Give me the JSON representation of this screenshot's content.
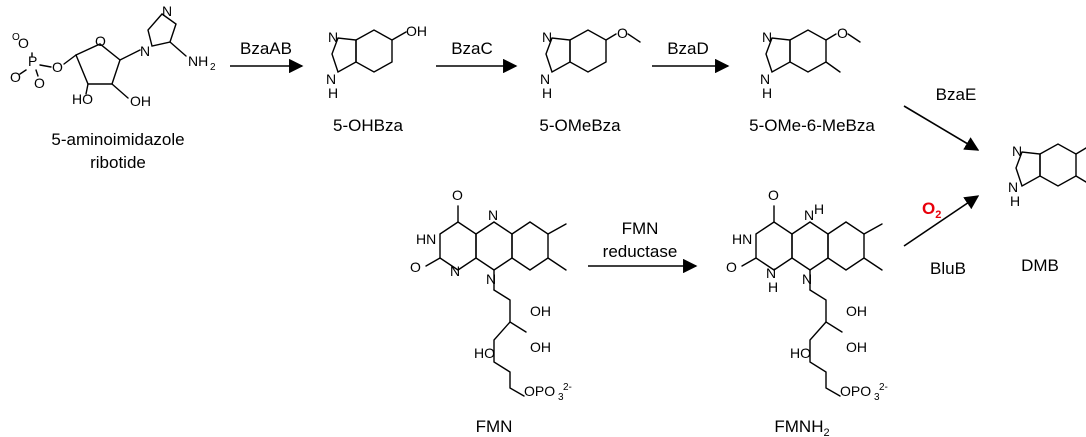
{
  "compounds": {
    "air": {
      "name_line1": "5-aminoimidazole",
      "name_line2": "ribotide"
    },
    "ohbza": {
      "name": "5-OHBza"
    },
    "omebza": {
      "name": "5-OMeBza"
    },
    "ome6mebza": {
      "name": "5-OMe-6-MeBza"
    },
    "dmb": {
      "name": "DMB"
    },
    "fmn": {
      "name": "FMN"
    },
    "fmnh2": {
      "name": "FMNH",
      "subscript": "2"
    }
  },
  "enzymes": {
    "bzaab": "BzaAB",
    "bzac": "BzaC",
    "bzad": "BzaD",
    "bzae": "BzaE",
    "fmn_reductase_line1": "FMN",
    "fmn_reductase_line2": "reductase",
    "blub": "BluB"
  },
  "cofactor": {
    "o2_letter": "O",
    "o2_subscript": "2",
    "color": "#e8000b"
  },
  "atoms": {
    "n": "N",
    "h": "H",
    "nh": "N",
    "hn": "HN",
    "oh": "OH",
    "ho": "HO",
    "nh2": "NH",
    "two": "2",
    "o": "O",
    "p": "P",
    "minus_o": "O",
    "opo3": "OPO",
    "three": "3",
    "charge": "2-"
  }
}
